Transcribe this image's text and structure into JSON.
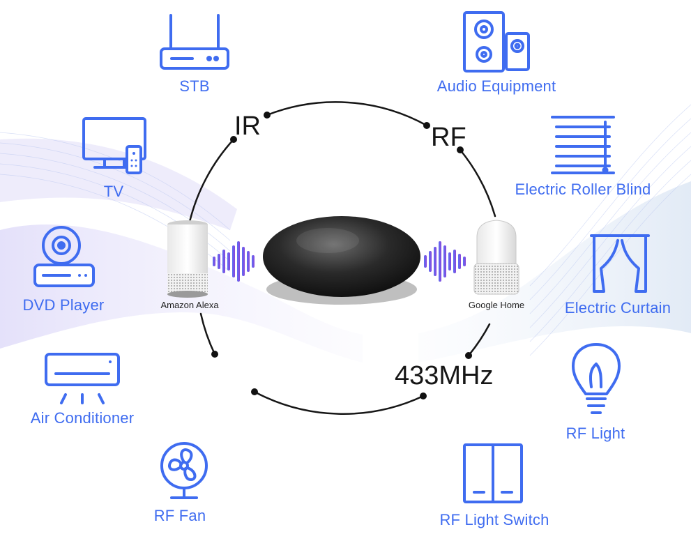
{
  "colors": {
    "accent": "#3f6cf0",
    "arc": "#161616",
    "hub": "#1b1b1b"
  },
  "protocols": {
    "ir": "IR",
    "rf": "RF",
    "freq": "433MHz"
  },
  "speakers": {
    "left": "Amazon Alexa",
    "right": "Google Home"
  },
  "devices": [
    {
      "label": "STB",
      "icon": "set-top-box-icon"
    },
    {
      "label": "TV",
      "icon": "tv-icon"
    },
    {
      "label": "DVD Player",
      "icon": "dvd-player-icon"
    },
    {
      "label": "Air Conditioner",
      "icon": "air-conditioner-icon"
    },
    {
      "label": "RF Fan",
      "icon": "fan-icon"
    },
    {
      "label": "Audio Equipment",
      "icon": "speaker-system-icon"
    },
    {
      "label": "Electric Roller Blind",
      "icon": "roller-blind-icon"
    },
    {
      "label": "Electric Curtain",
      "icon": "curtain-icon"
    },
    {
      "label": "RF Light",
      "icon": "light-bulb-icon"
    },
    {
      "label": "RF Light Switch",
      "icon": "light-switch-icon"
    }
  ]
}
